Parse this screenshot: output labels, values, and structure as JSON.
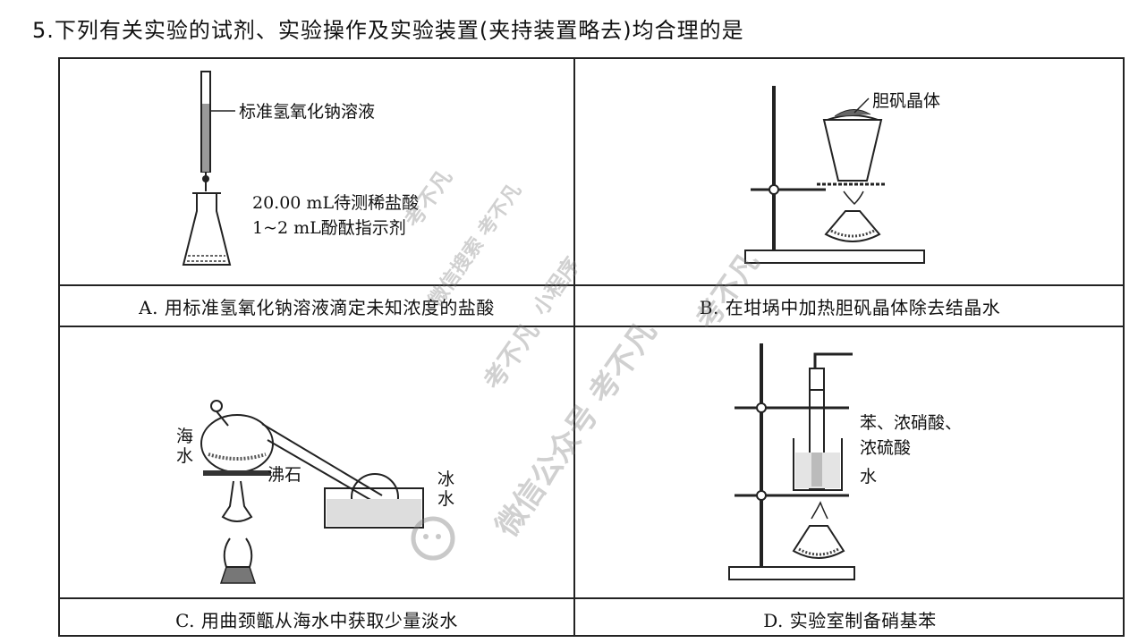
{
  "question": {
    "number": "5.",
    "text": "下列有关实验的试剂、实验操作及实验装置(夹持装置略去)均合理的是"
  },
  "options": {
    "A": {
      "caption": "A. 用标准氢氧化钠溶液滴定未知浓度的盐酸",
      "labels": {
        "burette": "标准氢氧化钠溶液",
        "acid": "20.00 mL待测稀盐酸",
        "indicator": "1~2 mL酚酞指示剂"
      }
    },
    "B": {
      "caption": "B. 在坩埚中加热胆矾晶体除去结晶水",
      "labels": {
        "crystal": "胆矾晶体"
      }
    },
    "C": {
      "caption": "C. 用曲颈甑从海水中获取少量淡水",
      "labels": {
        "seawater": "海\n水",
        "boiling_stone": "沸石",
        "ice_water": "冰\n水"
      }
    },
    "D": {
      "caption": "D. 实验室制备硝基苯",
      "labels": {
        "reagents_1": "苯、浓硝酸、",
        "reagents_2": "浓硫酸",
        "water": "水"
      }
    }
  },
  "watermark": {
    "line1": "考不凡",
    "line2": "微信搜索 考不凡",
    "line3": "小程序",
    "line4": "考不凡",
    "line5": "考不凡",
    "line6": "微信公众号 考不凡"
  }
}
